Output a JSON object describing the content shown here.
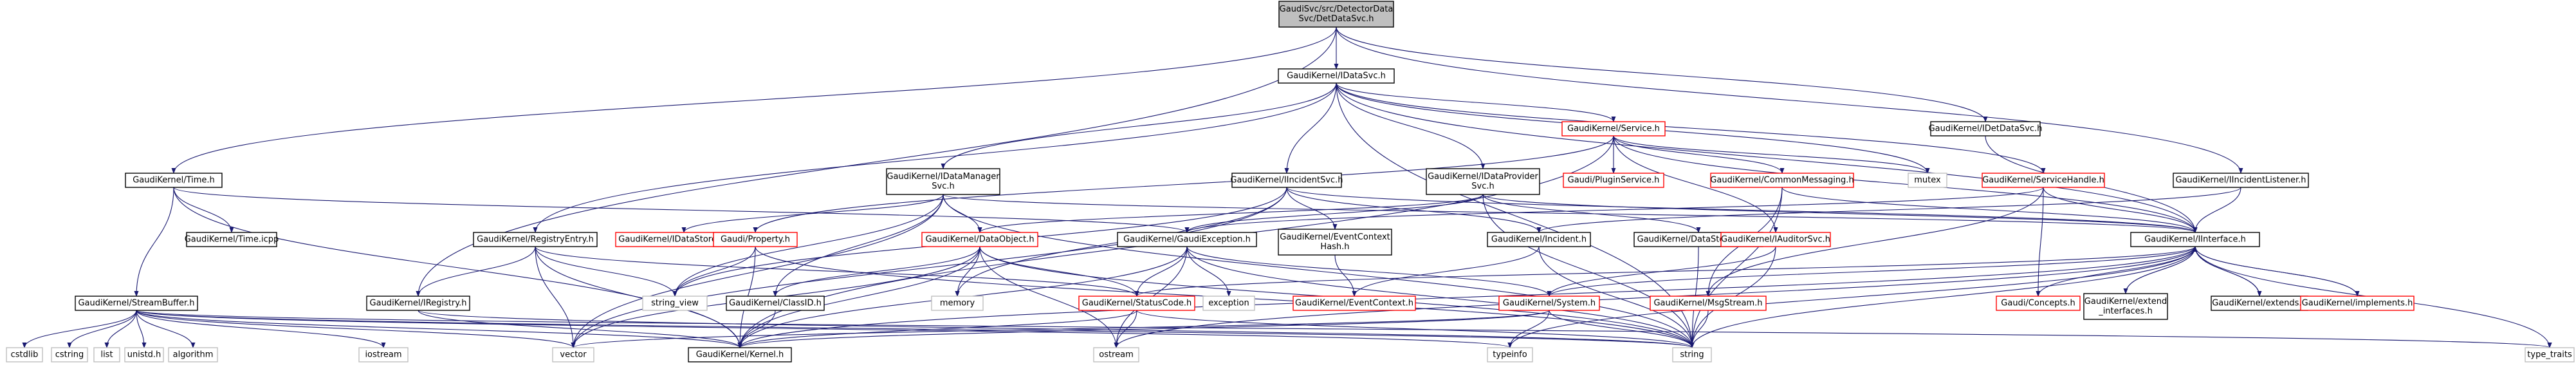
{
  "colors": {
    "edge": "#191970",
    "node_border": "#000000",
    "incomplete_border": "#ff0000",
    "system_border": "#bfbfbf",
    "focus_fill": "#bfbfbf",
    "node_fill": "#ffffff",
    "text": "#000000"
  },
  "graph": {
    "root": {
      "lines": [
        "GaudiSvc/src/DetectorData",
        "Svc/DetDataSvc.h"
      ]
    },
    "nodes": [
      {
        "id": "root",
        "lines": [
          "GaudiSvc/src/DetectorData",
          "Svc/DetDataSvc.h"
        ],
        "style": "focus"
      },
      {
        "id": "IDataSvc",
        "lines": [
          "GaudiKernel/IDataSvc.h"
        ],
        "style": "normal"
      },
      {
        "id": "Time",
        "lines": [
          "GaudiKernel/Time.h"
        ],
        "style": "normal"
      },
      {
        "id": "IRegistry",
        "lines": [
          "GaudiKernel/IRegistry.h"
        ],
        "style": "normal"
      },
      {
        "id": "IDetDataSvc",
        "lines": [
          "GaudiKernel/IDetDataSvc.h"
        ],
        "style": "normal"
      },
      {
        "id": "IIncidentListener",
        "lines": [
          "GaudiKernel/IIncidentListener.h"
        ],
        "style": "normal"
      },
      {
        "id": "Service",
        "lines": [
          "GaudiKernel/Service.h"
        ],
        "style": "incomplete"
      },
      {
        "id": "IDataManagerSvc",
        "lines": [
          "GaudiKernel/IDataManager",
          "Svc.h"
        ],
        "style": "normal"
      },
      {
        "id": "IIncidentSvc",
        "lines": [
          "GaudiKernel/IIncidentSvc.h"
        ],
        "style": "normal"
      },
      {
        "id": "IDataProviderSvc",
        "lines": [
          "GaudiKernel/IDataProvider",
          "Svc.h"
        ],
        "style": "normal"
      },
      {
        "id": "IPluginService",
        "lines": [
          "Gaudi/PluginService.h"
        ],
        "style": "incomplete"
      },
      {
        "id": "CommonMessaging",
        "lines": [
          "GaudiKernel/CommonMessaging.h"
        ],
        "style": "incomplete"
      },
      {
        "id": "mutex",
        "lines": [
          "mutex"
        ],
        "style": "system"
      },
      {
        "id": "ServiceHandle",
        "lines": [
          "GaudiKernel/ServiceHandle.h"
        ],
        "style": "incomplete"
      },
      {
        "id": "TimeIcpp",
        "lines": [
          "GaudiKernel/Time.icpp"
        ],
        "style": "normal"
      },
      {
        "id": "IDataStoreAgent",
        "lines": [
          "GaudiKernel/IDataStoreAgent.h"
        ],
        "style": "incomplete"
      },
      {
        "id": "RegistryEntry",
        "lines": [
          "GaudiKernel/RegistryEntry.h"
        ],
        "style": "normal"
      },
      {
        "id": "Property",
        "lines": [
          "Gaudi/Property.h"
        ],
        "style": "incomplete"
      },
      {
        "id": "DataObject",
        "lines": [
          "GaudiKernel/DataObject.h"
        ],
        "style": "incomplete"
      },
      {
        "id": "GaudiException",
        "lines": [
          "GaudiKernel/GaudiException.h"
        ],
        "style": "normal"
      },
      {
        "id": "EventContextHash",
        "lines": [
          "GaudiKernel/EventContext",
          "Hash.h"
        ],
        "style": "normal"
      },
      {
        "id": "Incident",
        "lines": [
          "GaudiKernel/Incident.h"
        ],
        "style": "normal"
      },
      {
        "id": "DataStoreItem",
        "lines": [
          "GaudiKernel/DataStoreItem.h"
        ],
        "style": "normal"
      },
      {
        "id": "IAuditorSvc",
        "lines": [
          "GaudiKernel/IAuditorSvc.h"
        ],
        "style": "incomplete"
      },
      {
        "id": "IInterface",
        "lines": [
          "GaudiKernel/IInterface.h"
        ],
        "style": "normal"
      },
      {
        "id": "StreamBuffer",
        "lines": [
          "GaudiKernel/StreamBuffer.h"
        ],
        "style": "normal"
      },
      {
        "id": "string_view",
        "lines": [
          "string_view"
        ],
        "style": "system"
      },
      {
        "id": "memory",
        "lines": [
          "memory"
        ],
        "style": "system"
      },
      {
        "id": "StatusCode",
        "lines": [
          "GaudiKernel/StatusCode.h"
        ],
        "style": "incomplete"
      },
      {
        "id": "ClassID",
        "lines": [
          "GaudiKernel/ClassID.h"
        ],
        "style": "normal"
      },
      {
        "id": "exception",
        "lines": [
          "exception"
        ],
        "style": "system"
      },
      {
        "id": "EventContext",
        "lines": [
          "GaudiKernel/EventContext.h"
        ],
        "style": "incomplete"
      },
      {
        "id": "System",
        "lines": [
          "GaudiKernel/System.h"
        ],
        "style": "incomplete"
      },
      {
        "id": "MsgStream",
        "lines": [
          "GaudiKernel/MsgStream.h"
        ],
        "style": "incomplete"
      },
      {
        "id": "Concepts",
        "lines": [
          "Gaudi/Concepts.h"
        ],
        "style": "incomplete"
      },
      {
        "id": "extend_interfaces",
        "lines": [
          "GaudiKernel/extend",
          "_interfaces.h"
        ],
        "style": "normal"
      },
      {
        "id": "extends",
        "lines": [
          "GaudiKernel/extends.h"
        ],
        "style": "normal"
      },
      {
        "id": "implements",
        "lines": [
          "GaudiKernel/implements.h"
        ],
        "style": "incomplete"
      },
      {
        "id": "cstdlib",
        "lines": [
          "cstdlib"
        ],
        "style": "system"
      },
      {
        "id": "cstring",
        "lines": [
          "cstring"
        ],
        "style": "system"
      },
      {
        "id": "list",
        "lines": [
          "list"
        ],
        "style": "system"
      },
      {
        "id": "unistd",
        "lines": [
          "unistd.h"
        ],
        "style": "system"
      },
      {
        "id": "algorithm",
        "lines": [
          "algorithm"
        ],
        "style": "system"
      },
      {
        "id": "iostream",
        "lines": [
          "iostream"
        ],
        "style": "system"
      },
      {
        "id": "vector",
        "lines": [
          "vector"
        ],
        "style": "system"
      },
      {
        "id": "Kernel",
        "lines": [
          "GaudiKernel/Kernel.h"
        ],
        "style": "normal"
      },
      {
        "id": "ostream",
        "lines": [
          "ostream"
        ],
        "style": "system"
      },
      {
        "id": "typeinfo",
        "lines": [
          "typeinfo"
        ],
        "style": "system"
      },
      {
        "id": "string",
        "lines": [
          "string"
        ],
        "style": "system"
      },
      {
        "id": "type_traits",
        "lines": [
          "type_traits"
        ],
        "style": "system"
      }
    ],
    "edges": [
      [
        "root",
        "IDataSvc"
      ],
      [
        "root",
        "Time"
      ],
      [
        "root",
        "IRegistry"
      ],
      [
        "root",
        "IDetDataSvc"
      ],
      [
        "root",
        "IIncidentListener"
      ],
      [
        "IDataSvc",
        "Service"
      ],
      [
        "IDataSvc",
        "IDataManagerSvc"
      ],
      [
        "IDataSvc",
        "IIncidentSvc"
      ],
      [
        "IDataSvc",
        "IDataProviderSvc"
      ],
      [
        "IDataSvc",
        "mutex"
      ],
      [
        "IDataSvc",
        "ServiceHandle"
      ],
      [
        "IDataSvc",
        "RegistryEntry"
      ],
      [
        "IDataSvc",
        "IInterface"
      ],
      [
        "IDataSvc",
        "string"
      ],
      [
        "Time",
        "TimeIcpp"
      ],
      [
        "Time",
        "StreamBuffer"
      ],
      [
        "Time",
        "GaudiException"
      ],
      [
        "Time",
        "Kernel"
      ],
      [
        "Service",
        "IPluginService"
      ],
      [
        "Service",
        "CommonMessaging"
      ],
      [
        "Service",
        "mutex"
      ],
      [
        "Service",
        "IAuditorSvc"
      ],
      [
        "Service",
        "Property"
      ],
      [
        "Service",
        "Kernel"
      ],
      [
        "Service",
        "IInterface"
      ],
      [
        "CommonMessaging",
        "MsgStream"
      ],
      [
        "CommonMessaging",
        "IInterface"
      ],
      [
        "CommonMessaging",
        "string"
      ],
      [
        "ServiceHandle",
        "IInterface"
      ],
      [
        "ServiceHandle",
        "MsgStream"
      ],
      [
        "ServiceHandle",
        "Concepts"
      ],
      [
        "ServiceHandle",
        "GaudiException"
      ],
      [
        "IDataManagerSvc",
        "IDataStoreAgent"
      ],
      [
        "IDataManagerSvc",
        "DataObject"
      ],
      [
        "IDataManagerSvc",
        "ClassID"
      ],
      [
        "IDataManagerSvc",
        "string_view"
      ],
      [
        "IDataManagerSvc",
        "IInterface"
      ],
      [
        "IDataManagerSvc",
        "string"
      ],
      [
        "IDataManagerSvc",
        "vector"
      ],
      [
        "IIncidentSvc",
        "Incident"
      ],
      [
        "IIncidentSvc",
        "EventContextHash"
      ],
      [
        "IIncidentSvc",
        "IInterface"
      ],
      [
        "IIncidentSvc",
        "memory"
      ],
      [
        "IIncidentSvc",
        "vector"
      ],
      [
        "IIncidentSvc",
        "string_view"
      ],
      [
        "IDataProviderSvc",
        "DataStoreItem"
      ],
      [
        "IDataProviderSvc",
        "IInterface"
      ],
      [
        "IDataProviderSvc",
        "DataObject"
      ],
      [
        "IDataProviderSvc",
        "string"
      ],
      [
        "IDataProviderSvc",
        "GaudiException"
      ],
      [
        "IIncidentListener",
        "IInterface"
      ],
      [
        "IIncidentListener",
        "Incident"
      ],
      [
        "IDetDataSvc",
        "IInterface"
      ],
      [
        "RegistryEntry",
        "IRegistry"
      ],
      [
        "RegistryEntry",
        "Kernel"
      ],
      [
        "RegistryEntry",
        "StatusCode"
      ],
      [
        "RegistryEntry",
        "vector"
      ],
      [
        "RegistryEntry",
        "string_view"
      ],
      [
        "IRegistry",
        "Kernel"
      ],
      [
        "IRegistry",
        "string"
      ],
      [
        "Property",
        "string_view"
      ],
      [
        "Property",
        "Kernel"
      ],
      [
        "Property",
        "string"
      ],
      [
        "DataObject",
        "ClassID"
      ],
      [
        "DataObject",
        "StatusCode"
      ],
      [
        "DataObject",
        "memory"
      ],
      [
        "DataObject",
        "ostream"
      ],
      [
        "DataObject",
        "vector"
      ],
      [
        "DataObject",
        "string"
      ],
      [
        "DataObject",
        "Kernel"
      ],
      [
        "GaudiException",
        "StatusCode"
      ],
      [
        "GaudiException",
        "exception"
      ],
      [
        "GaudiException",
        "Kernel"
      ],
      [
        "GaudiException",
        "ostream"
      ],
      [
        "GaudiException",
        "string"
      ],
      [
        "GaudiException",
        "System"
      ],
      [
        "EventContextHash",
        "EventContext"
      ],
      [
        "Incident",
        "EventContext"
      ],
      [
        "Incident",
        "string"
      ],
      [
        "DataStoreItem",
        "string"
      ],
      [
        "IAuditorSvc",
        "System"
      ],
      [
        "IAuditorSvc",
        "string"
      ],
      [
        "StatusCode",
        "Kernel"
      ],
      [
        "StatusCode",
        "ostream"
      ],
      [
        "StatusCode",
        "string"
      ],
      [
        "ClassID",
        "Kernel"
      ],
      [
        "System",
        "typeinfo"
      ],
      [
        "System",
        "string"
      ],
      [
        "System",
        "vector"
      ],
      [
        "System",
        "Kernel"
      ],
      [
        "MsgStream",
        "string"
      ],
      [
        "IInterface",
        "Concepts"
      ],
      [
        "IInterface",
        "extend_interfaces"
      ],
      [
        "IInterface",
        "extends"
      ],
      [
        "IInterface",
        "implements"
      ],
      [
        "IInterface",
        "StatusCode"
      ],
      [
        "IInterface",
        "System"
      ],
      [
        "IInterface",
        "Kernel"
      ],
      [
        "IInterface",
        "ostream"
      ],
      [
        "IInterface",
        "type_traits"
      ],
      [
        "IInterface",
        "typeinfo"
      ],
      [
        "IInterface",
        "string"
      ],
      [
        "extend_interfaces",
        "IInterface"
      ],
      [
        "extends",
        "IInterface"
      ],
      [
        "implements",
        "IInterface"
      ],
      [
        "StreamBuffer",
        "cstdlib"
      ],
      [
        "StreamBuffer",
        "cstring"
      ],
      [
        "StreamBuffer",
        "list"
      ],
      [
        "StreamBuffer",
        "unistd"
      ],
      [
        "StreamBuffer",
        "algorithm"
      ],
      [
        "StreamBuffer",
        "iostream"
      ],
      [
        "StreamBuffer",
        "vector"
      ],
      [
        "StreamBuffer",
        "Kernel"
      ],
      [
        "StreamBuffer",
        "string"
      ],
      [
        "StreamBuffer",
        "typeinfo"
      ],
      [
        "StreamBuffer",
        "type_traits"
      ]
    ]
  }
}
